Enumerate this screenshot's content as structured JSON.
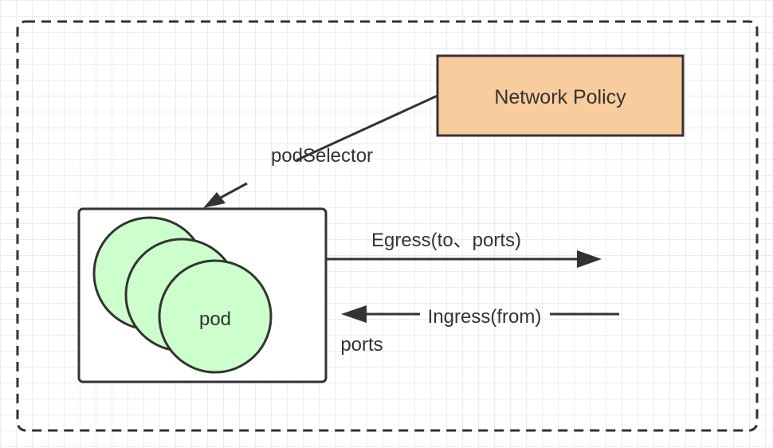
{
  "diagram": {
    "policy_label": "Network Policy",
    "selector_label": "podSelector",
    "pod_label": "pod",
    "egress_label": "Egress(to、ports)",
    "ingress_label": "Ingress(from)",
    "ports_label": "ports"
  },
  "colors": {
    "policy_fill": "#f9cc9d",
    "pod_fill": "#ccffcc",
    "stroke": "#333333"
  }
}
